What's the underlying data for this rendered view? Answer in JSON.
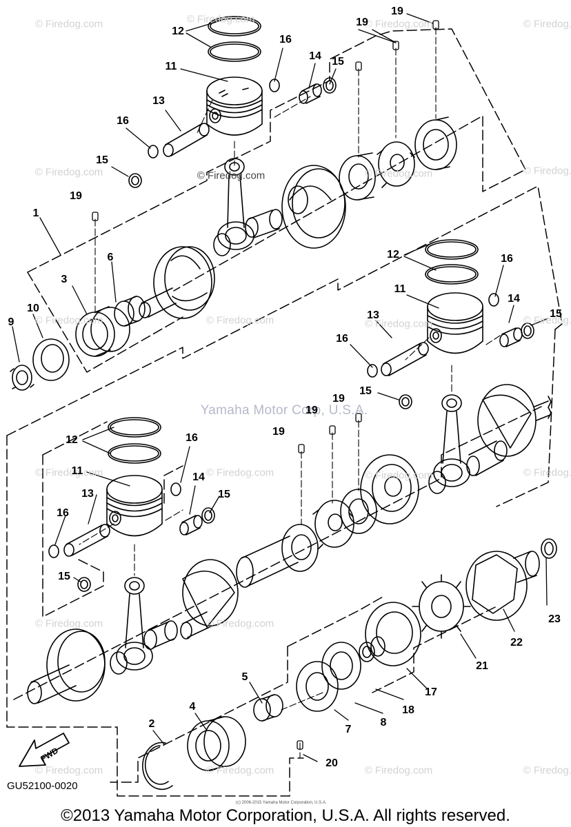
{
  "watermark": "© Firedog.com",
  "center_watermark": "Yamaha Motor Corp, U.S.A.",
  "diagram_code": "GU52100-0020",
  "fine_print": "(c) 2006-2015 Yamaha Motor Corporation, U.S.A.",
  "copyright": "©2013 Yamaha Motor Corporation, U.S.A. All rights reserved.",
  "fwd_label": "FWD",
  "callouts": {
    "c12a": "12",
    "c16a": "16",
    "c11a": "11",
    "c14a": "14",
    "c15a": "15",
    "c13a": "13",
    "c16b": "16",
    "c15b": "15",
    "c19a": "19",
    "c19b": "19",
    "c19c": "19",
    "c1": "1",
    "c6": "6",
    "c3": "3",
    "c10": "10",
    "c9": "9",
    "c12b": "12",
    "c16c": "16",
    "c11b": "11",
    "c14b": "14",
    "c15c": "15",
    "c13b": "13",
    "c16d": "16",
    "c15d": "15",
    "c19d": "19",
    "c19e": "19",
    "c19f": "19",
    "c12c": "12",
    "c16e": "16",
    "c11c": "11",
    "c14c": "14",
    "c13c": "13",
    "c15e": "15",
    "c16f": "16",
    "c15f": "15",
    "c23": "23",
    "c22": "22",
    "c21": "21",
    "c17": "17",
    "c18": "18",
    "c5": "5",
    "c8": "8",
    "c7": "7",
    "c4": "4",
    "c2": "2",
    "c20": "20"
  },
  "colors": {
    "line": "#000000",
    "watermark": "#d2d2d2",
    "center_watermark": "#b5b9c9"
  }
}
